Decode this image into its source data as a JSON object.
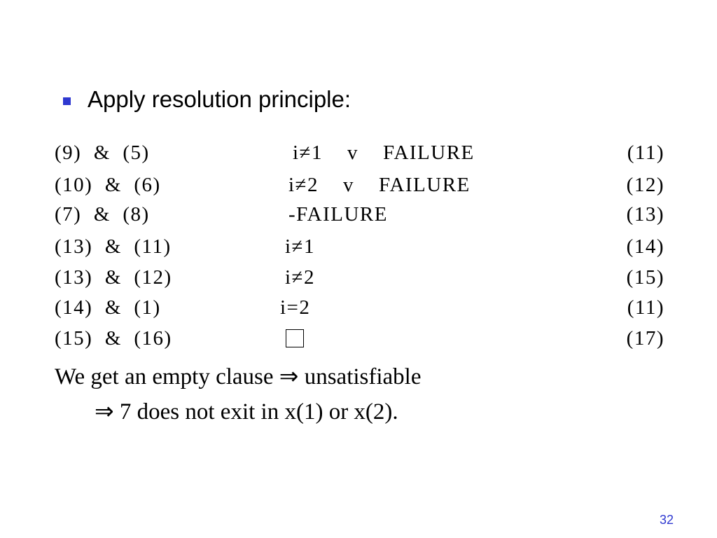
{
  "slide": {
    "bullet": "Apply resolution principle:",
    "steps": [
      {
        "from": "(9)  &  (5)",
        "clause": "i≠1    v    FAILURE",
        "num": "(11)"
      },
      {
        "from": "(10)  &  (6)",
        "clause": "i≠2    v    FAILURE",
        "num": "(12)"
      },
      {
        "from": "(7)  &  (8)",
        "clause": "-FAILURE",
        "num": "(13)"
      },
      {
        "from": "(13)  &  (11)",
        "clause": "i≠1",
        "num": "(14)"
      },
      {
        "from": "(13)  &  (12)",
        "clause": "i≠2",
        "num": "(15)"
      },
      {
        "from": "(14)  &  (1)",
        "clause": "i=2",
        "num": "(11)"
      },
      {
        "from": "(15)  &  (16)",
        "clause": "empty-box",
        "num": "(17)"
      }
    ],
    "conclusion_line1": "We get an empty clause ⇒ unsatisfiable",
    "conclusion_line2": "⇒ 7 does not exit in x(1) or x(2).",
    "page_number": "32"
  },
  "colors": {
    "accent": "#2e38d0",
    "text": "#000000",
    "background": "#ffffff"
  }
}
